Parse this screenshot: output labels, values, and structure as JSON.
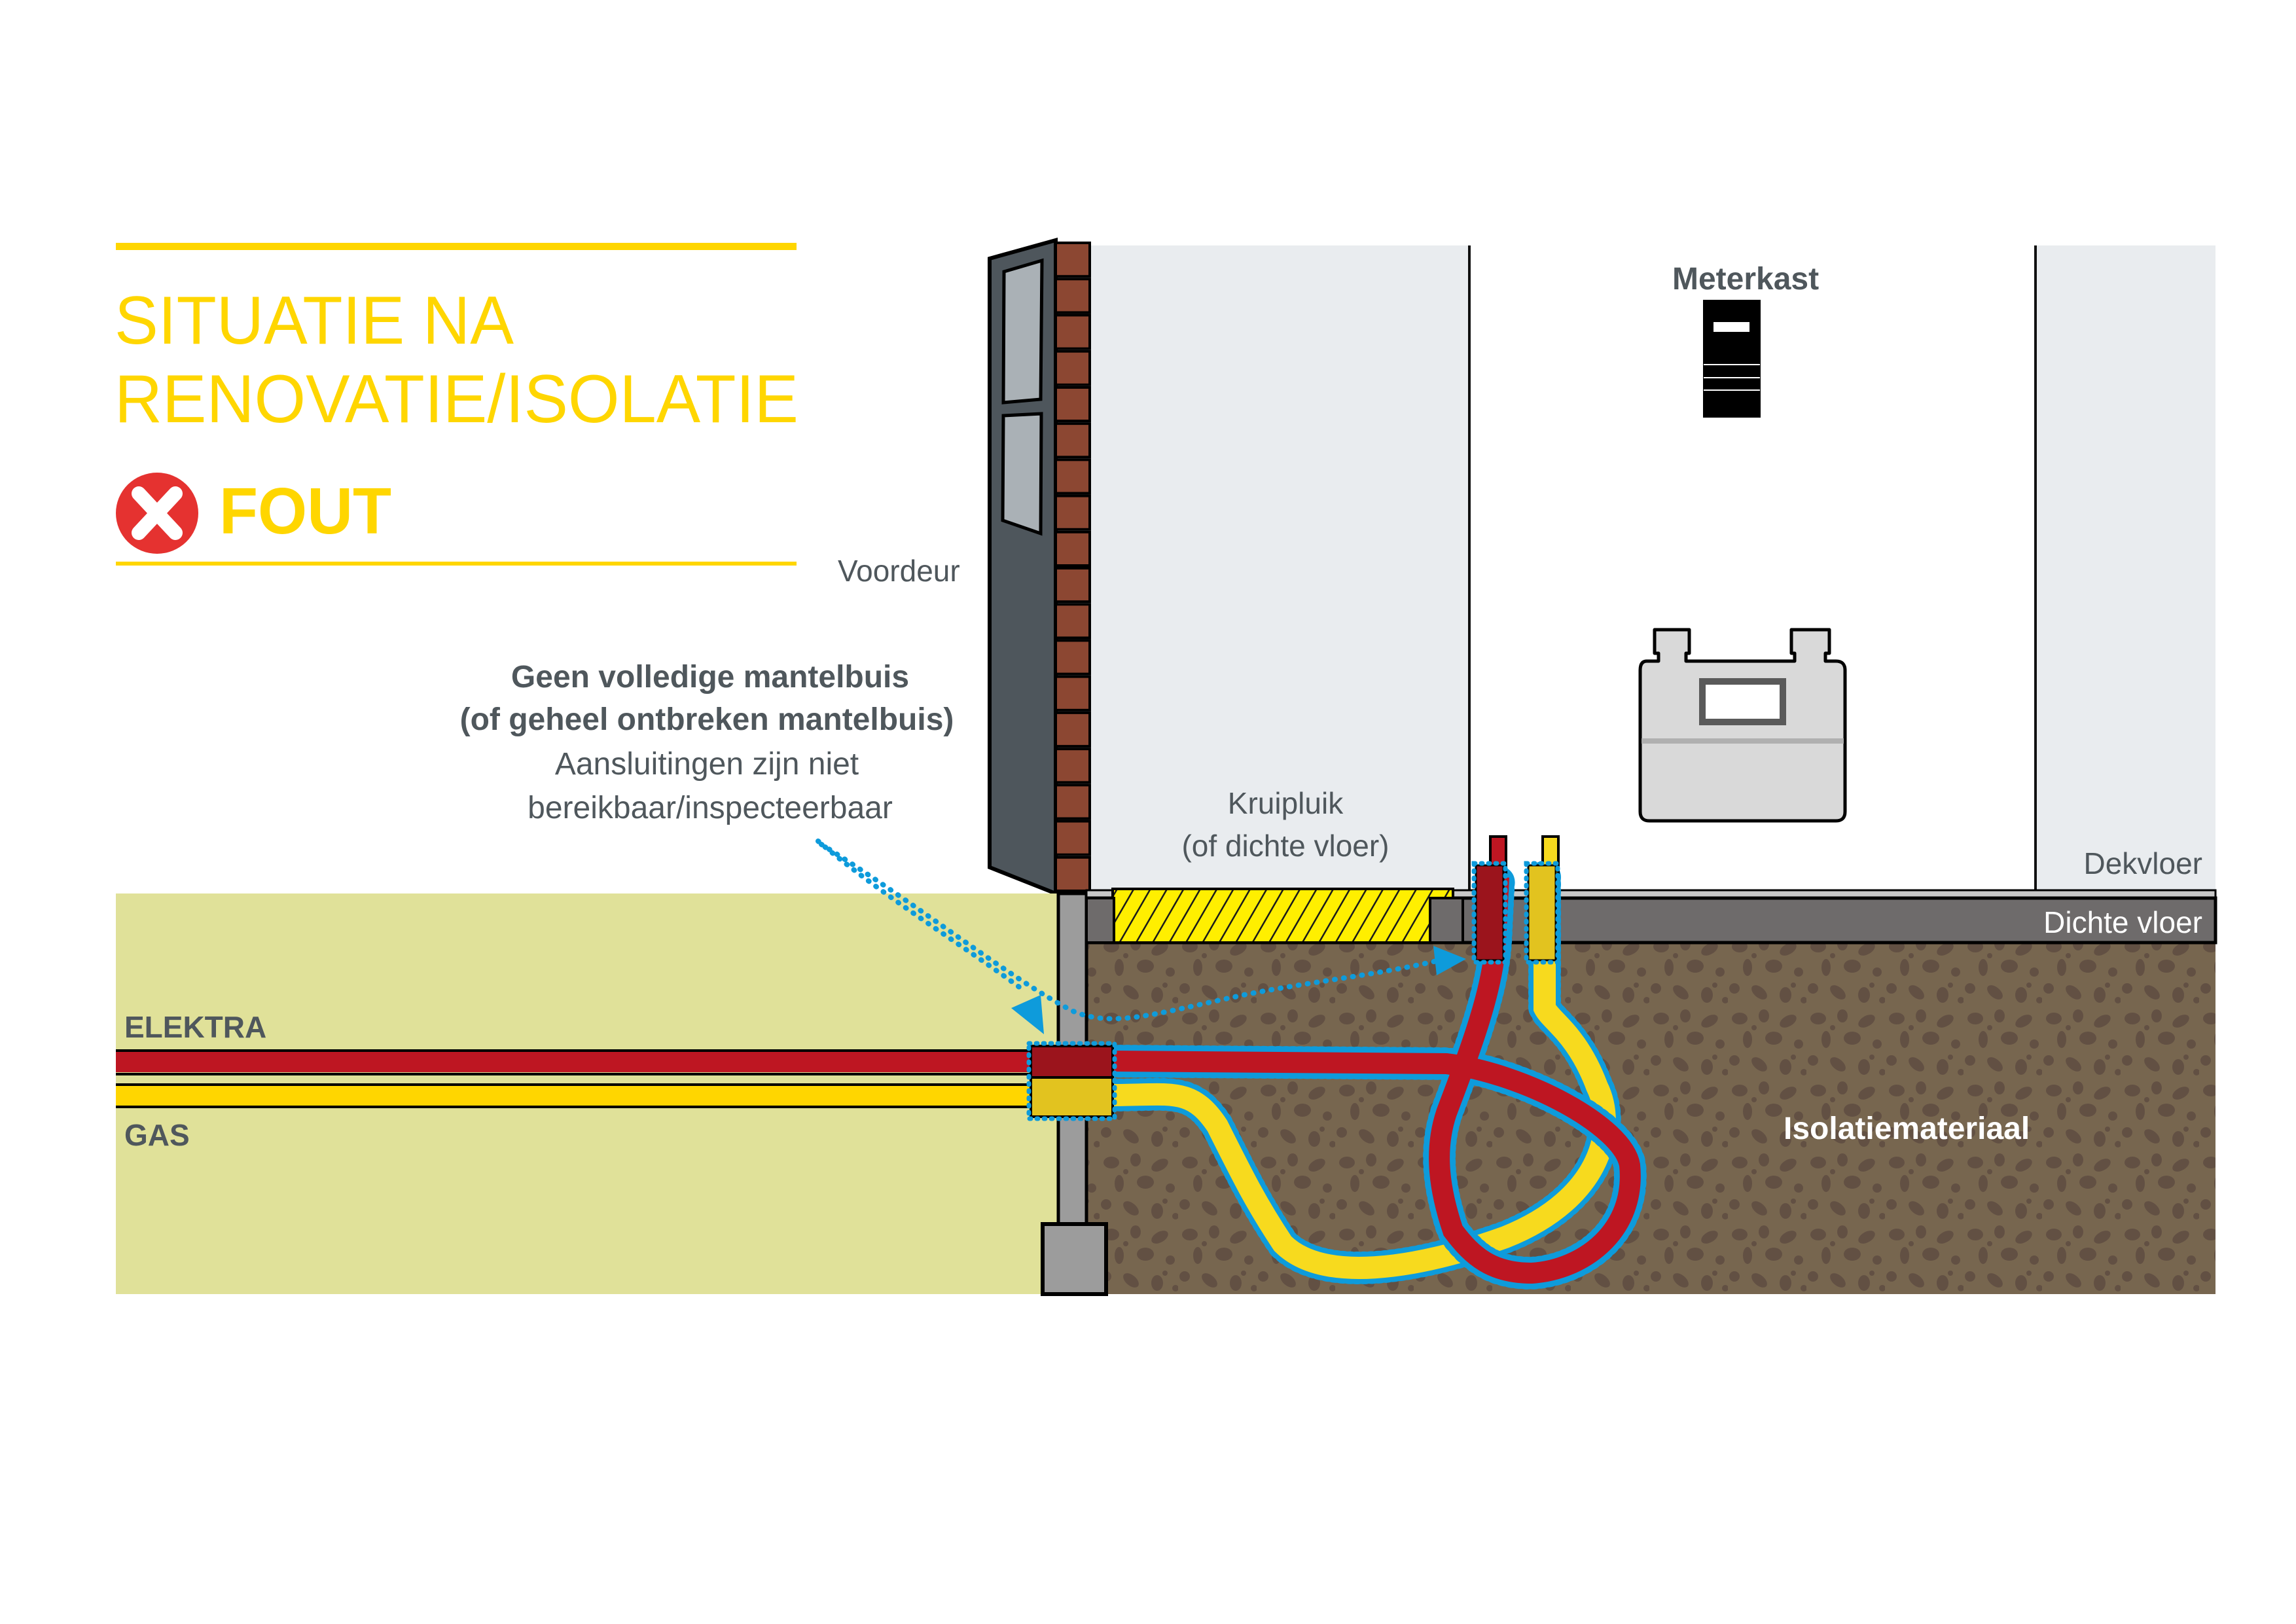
{
  "title": {
    "line1": "SITUATIE NA",
    "line2": "RENOVATIE/ISOLATIE",
    "verdict": "FOUT",
    "verdict_icon": "error-x-circle-icon"
  },
  "labels": {
    "voordeur": "Voordeur",
    "meterkast": "Meterkast",
    "kruipluik_1": "Kruipluik",
    "kruipluik_2": "(of dichte vloer)",
    "dekvloer": "Dekvloer",
    "dichte_vloer": "Dichte vloer",
    "isolatiemateriaal": "Isolatiemateriaal",
    "elektra": "ELEKTRA",
    "gas": "GAS"
  },
  "callout": {
    "bold_1": "Geen volledige mantelbuis",
    "bold_2": "(of geheel ontbreken mantelbuis)",
    "normal_1": "Aansluitingen zijn niet",
    "normal_2": "bereikbaar/inspecteerbaar"
  },
  "colors": {
    "accent_yellow": "#FFD600",
    "error_red": "#E53230",
    "elektra_red": "#BE1622",
    "elektra_sleeve": "#9B141C",
    "gas_yellow": "#F7DA1E",
    "gas_sleeve": "#E2C31F",
    "callout_blue": "#0E9BDB",
    "ground": "#E0E199",
    "insulation": "#77664F",
    "insulation_blob": "#625043",
    "floor": "#6E6B6B",
    "wall": "#E9ECEF",
    "brick": "#8C4732",
    "door": "#4E565C",
    "text_gray": "#4F575C"
  }
}
